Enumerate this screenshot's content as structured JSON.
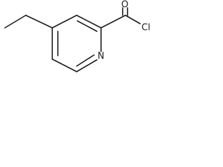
{
  "molecule": {
    "atoms": {
      "oxygen": "O",
      "chlorine": "Cl",
      "nitrogen": "N"
    },
    "colors": {
      "bond": "#1a1a1a",
      "background": "#ffffff"
    }
  }
}
